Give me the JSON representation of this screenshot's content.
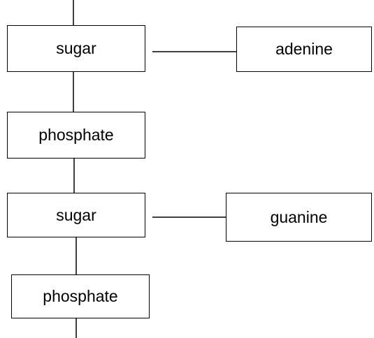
{
  "diagram": {
    "nodes": [
      {
        "id": "sugar-1",
        "label": "sugar"
      },
      {
        "id": "adenine",
        "label": "adenine"
      },
      {
        "id": "phosphate-1",
        "label": "phosphate"
      },
      {
        "id": "sugar-2",
        "label": "sugar"
      },
      {
        "id": "guanine",
        "label": "guanine"
      },
      {
        "id": "phosphate-2",
        "label": "phosphate"
      }
    ],
    "edges": [
      {
        "from": "top",
        "to": "sugar-1"
      },
      {
        "from": "sugar-1",
        "to": "adenine"
      },
      {
        "from": "sugar-1",
        "to": "phosphate-1"
      },
      {
        "from": "phosphate-1",
        "to": "sugar-2"
      },
      {
        "from": "sugar-2",
        "to": "guanine"
      },
      {
        "from": "sugar-2",
        "to": "phosphate-2"
      },
      {
        "from": "phosphate-2",
        "to": "bottom"
      }
    ],
    "colors": {
      "stroke": "#000000",
      "background": "#ffffff",
      "text": "#000000"
    }
  }
}
